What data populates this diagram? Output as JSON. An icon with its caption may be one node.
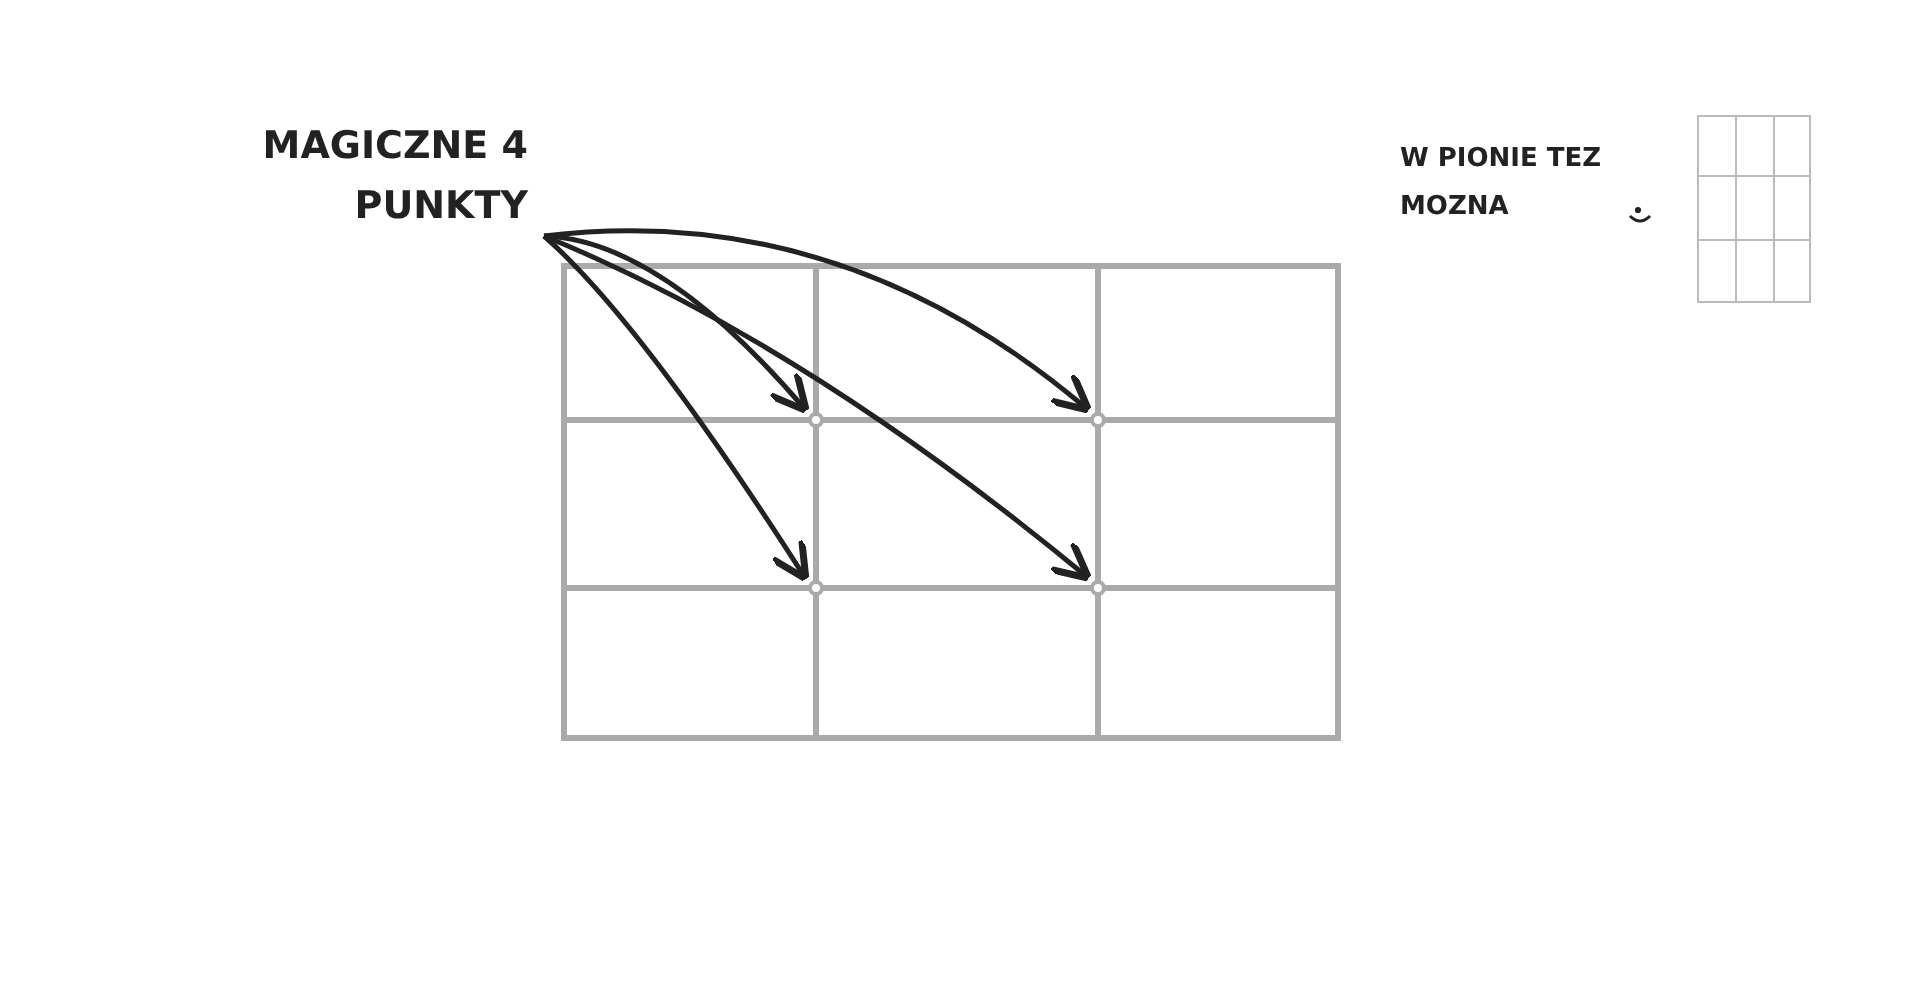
{
  "diagram": {
    "nodes": [
      {
        "text": [
          "MAGICZNE 4 PUNKTY"
        ]
      },
      {
        "text": [],
        "shape": "circle"
      },
      {
        "text": [],
        "shape": "circle"
      },
      {
        "text": [],
        "shape": "circle"
      },
      {
        "text": [],
        "shape": "circle"
      }
    ],
    "edges": [
      {
        "from": 0,
        "to": 1,
        "arrow": "to"
      },
      {
        "from": 0,
        "to": 2,
        "arrow": "to"
      },
      {
        "from": 0,
        "to": 3,
        "arrow": "to"
      },
      {
        "from": 0,
        "to": 4,
        "arrow": "to"
      }
    ],
    "labels": [
      "W PIONIE TEZ MOZNA"
    ]
  }
}
